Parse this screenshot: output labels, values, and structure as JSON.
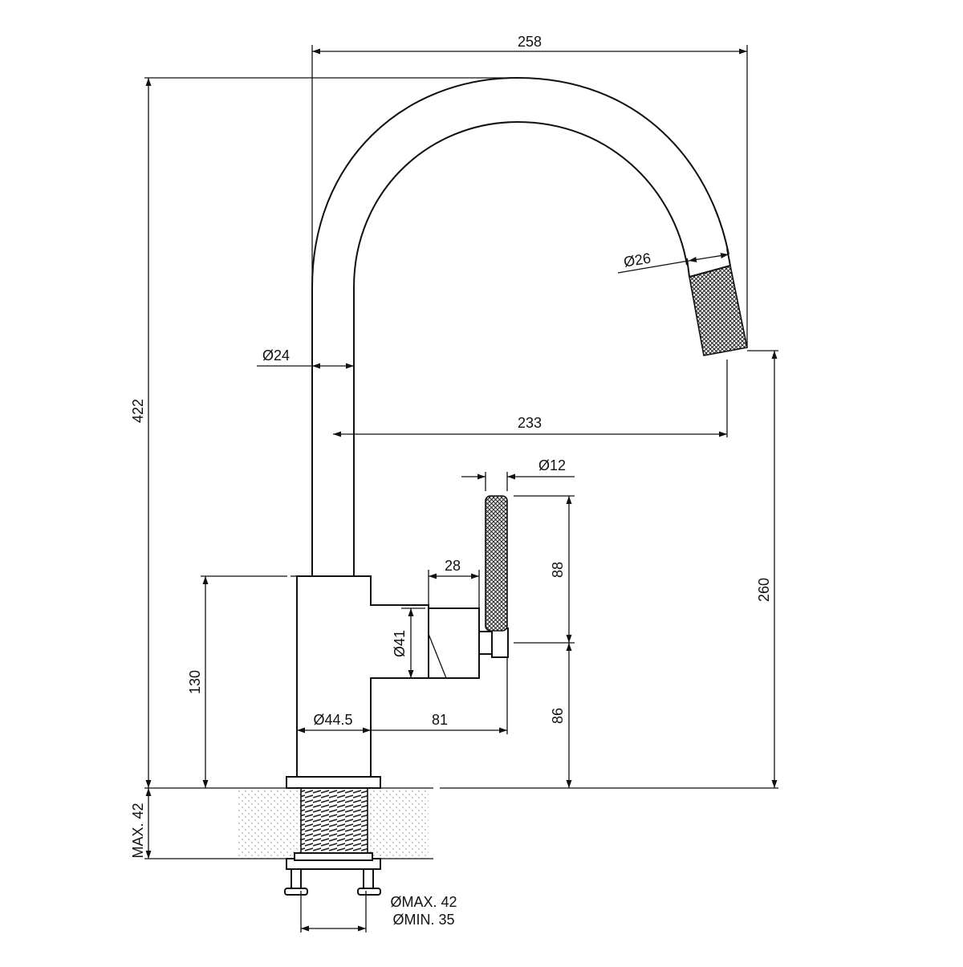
{
  "dimensions": {
    "overall_width": "258",
    "overall_height": "422",
    "spout_diameter": "Ø24",
    "aerator_diameter": "Ø26",
    "spout_reach": "233",
    "spout_height": "260",
    "handle_diameter": "Ø12",
    "handle_length": "88",
    "handle_height": "86",
    "lever_hub_width": "28",
    "lever_hub_diameter": "Ø41",
    "body_height": "130",
    "body_diameter": "Ø44.5",
    "handle_offset": "81",
    "deck_thickness": "MAX. 42",
    "hole_max": "ØMAX. 42",
    "hole_min": "ØMIN. 35"
  },
  "colors": {
    "line": "#111111",
    "background": "#ffffff"
  }
}
